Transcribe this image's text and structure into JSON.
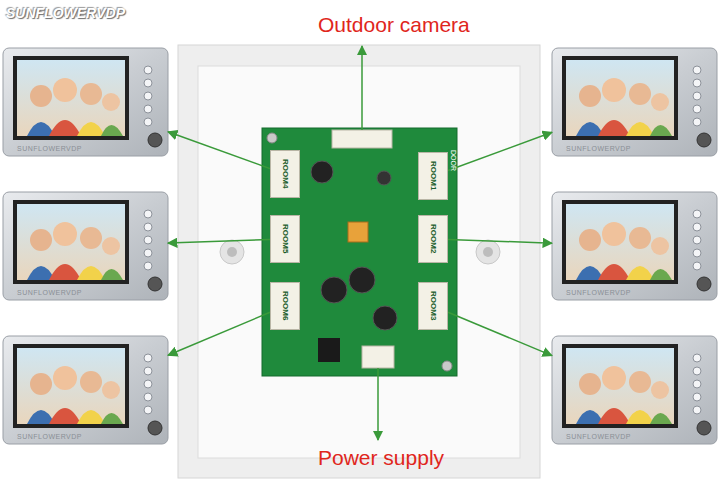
{
  "diagram": {
    "nodes": [
      {
        "text": [
          "ROOM1"
        ]
      },
      {
        "text": [
          "ROOM2"
        ]
      },
      {
        "text": [
          "ROOM3"
        ]
      },
      {
        "text": [
          "ROOM4"
        ]
      },
      {
        "text": [
          "ROOM5"
        ]
      },
      {
        "text": [
          "ROOM6"
        ]
      },
      {
        "text": [
          "SUNFLOWERVDP"
        ]
      },
      {
        "text": [
          "SUNFLOWERVDP"
        ]
      },
      {
        "text": [
          "SUNFLOWERVDP"
        ]
      },
      {
        "text": [
          "SUNFLOWERVDP"
        ]
      },
      {
        "text": [
          "SUNFLOWERVDP"
        ]
      },
      {
        "text": [
          "SUNFLOWERVDP"
        ]
      }
    ],
    "edges": [
      {
        "from": 0,
        "to": 6,
        "arrow": "to"
      },
      {
        "from": 1,
        "to": 7,
        "arrow": "to"
      },
      {
        "from": 2,
        "to": 8,
        "arrow": "to"
      },
      {
        "from": 3,
        "to": 9,
        "arrow": "to"
      },
      {
        "from": 4,
        "to": 10,
        "arrow": "to"
      },
      {
        "from": 5,
        "to": 11,
        "arrow": "to"
      }
    ],
    "labels": [
      "SUNFLOWERVDP",
      "Outdoor camera",
      "Power supply",
      "DOOR"
    ]
  }
}
